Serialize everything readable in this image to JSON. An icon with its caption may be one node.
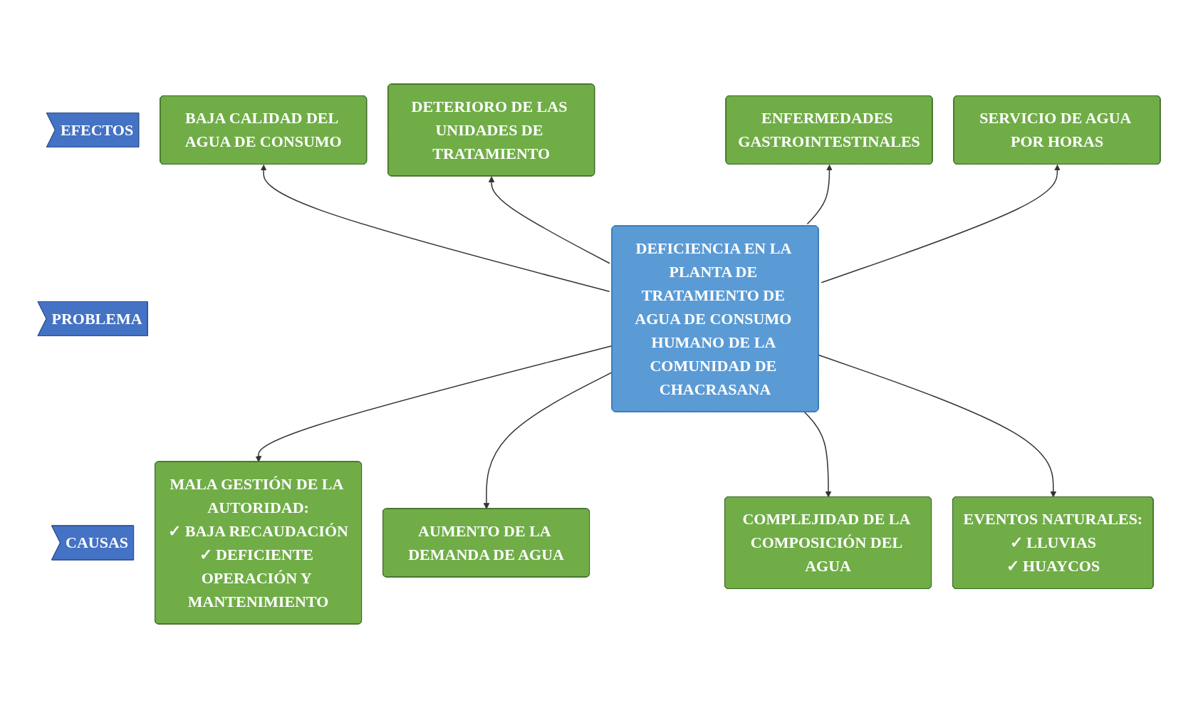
{
  "diagram": {
    "nodes": [
      {
        "text": [
          "EFECTOS"
        ]
      },
      {
        "text": [
          "BAJA CALIDAD DEL AGUA DE CONSUMO"
        ]
      },
      {
        "text": [
          "DETERIORO DE LAS UNIDADES DE TRATAMIENTO"
        ]
      },
      {
        "text": [
          "ENFERMEDADES GASTROINTESTINALES"
        ]
      },
      {
        "text": [
          "SERVICIO DE AGUA POR HORAS"
        ]
      },
      {
        "text": [
          "PROBLEMA"
        ]
      },
      {
        "text": [
          "DEFICIENCIA EN LA PLANTA DE TRATAMIENTO DE AGUA DE CONSUMO HUMANO DE LA COMUNIDAD DE CHACRASANA"
        ]
      },
      {
        "text": [
          "CAUSAS"
        ]
      },
      {
        "text": [
          "MALA GESTIÓN DE LA AUTORIDAD:",
          "✓ BAJA RECAUDACIÓN",
          "✓ DEFICIENTE OPERACIÓN Y MANTENIMIENTO"
        ]
      },
      {
        "text": [
          "AUMENTO DE LA DEMANDA DE AGUA"
        ]
      },
      {
        "text": [
          "COMPLEJIDAD DE LA COMPOSICIÓN DEL AGUA"
        ]
      },
      {
        "text": [
          "EVENTOS NATURALES:",
          "✓ LLUVIAS",
          "✓ HUAYCOS"
        ]
      }
    ],
    "edges": [
      {
        "from": 6,
        "to": 1,
        "arrow": "to"
      },
      {
        "from": 6,
        "to": 2,
        "arrow": "to"
      },
      {
        "from": 6,
        "to": 3,
        "arrow": "to"
      },
      {
        "from": 6,
        "to": 4,
        "arrow": "to"
      },
      {
        "from": 6,
        "to": 8,
        "arrow": "to"
      },
      {
        "from": 6,
        "to": 9,
        "arrow": "to"
      },
      {
        "from": 6,
        "to": 10,
        "arrow": "to"
      },
      {
        "from": 6,
        "to": 11,
        "arrow": "to"
      }
    ]
  }
}
